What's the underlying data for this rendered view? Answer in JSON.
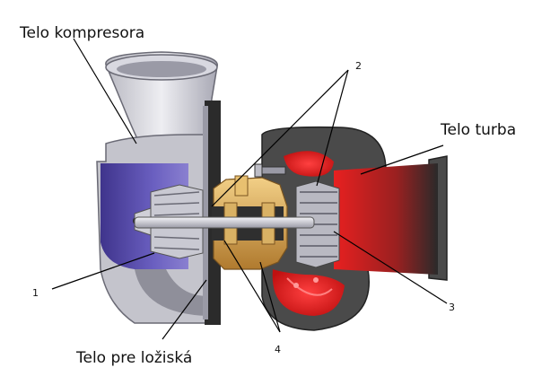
{
  "labels": {
    "compressor_housing": "Telo kompresora",
    "turbine_housing": "Telo turba",
    "bearing_housing": "Telo pre ložiská",
    "callout_1": "1",
    "callout_2": "2",
    "callout_3": "3",
    "callout_4": "4"
  },
  "colors": {
    "compressor_body": "#c8c8d0",
    "compressor_volute": "#5b4fa8",
    "turbine_body": "#4a4a4a",
    "turbine_hot": "#e02020",
    "bearing_brass": "#c89a4a",
    "shaft": "#d8d8e0",
    "leader_line": "#000000"
  }
}
